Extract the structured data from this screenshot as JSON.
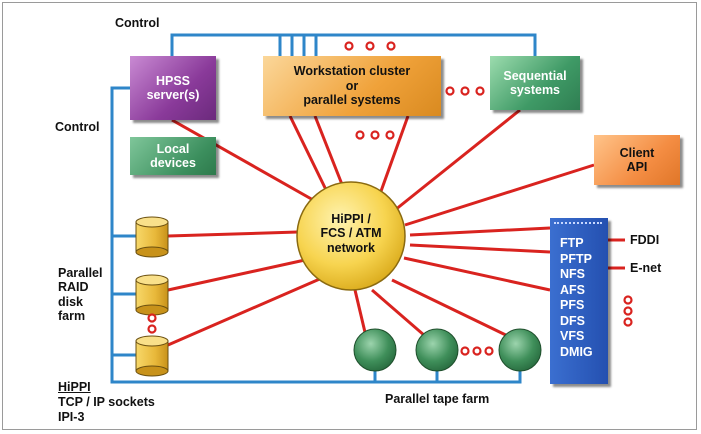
{
  "labels": {
    "control_top": "Control",
    "control_left": "Control",
    "parallel_raid": "Parallel\nRAID\ndisk\nfarm",
    "hippi": "HiPPI",
    "tcp_ip": "TCP / IP sockets",
    "ipi3": "IPI-3",
    "tape_farm": "Parallel tape farm",
    "fddi": "FDDI",
    "enet": "E-net"
  },
  "boxes": {
    "hpss": "HPSS\nserver(s)",
    "workstation": "Workstation cluster\nor\nparallel systems",
    "sequential": "Sequential\nsystems",
    "local": "Local\ndevices",
    "client": "Client\nAPI"
  },
  "network": "HiPPI /\nFCS / ATM\nnetwork",
  "protocols": [
    "FTP",
    "PFTP",
    "NFS",
    "AFS",
    "PFS",
    "DFS",
    "VFS",
    "DMIG"
  ],
  "colors": {
    "bus": "#2e86c9",
    "link": "#d9231f",
    "hpss": "#8a3a9a",
    "workstation": "#f0a23a",
    "sequential": "#3f9a66",
    "local": "#3c8f5e",
    "client": "#f48d43",
    "protocol_panel": "#2450b0",
    "network": "#f7d44f",
    "disk": "#e8b83a",
    "tape": "#3f8f5a"
  },
  "icons": {
    "disk": "cylinder-disk-icon",
    "tape": "tape-reel-icon",
    "ellipsis": "red-dots-icon"
  }
}
